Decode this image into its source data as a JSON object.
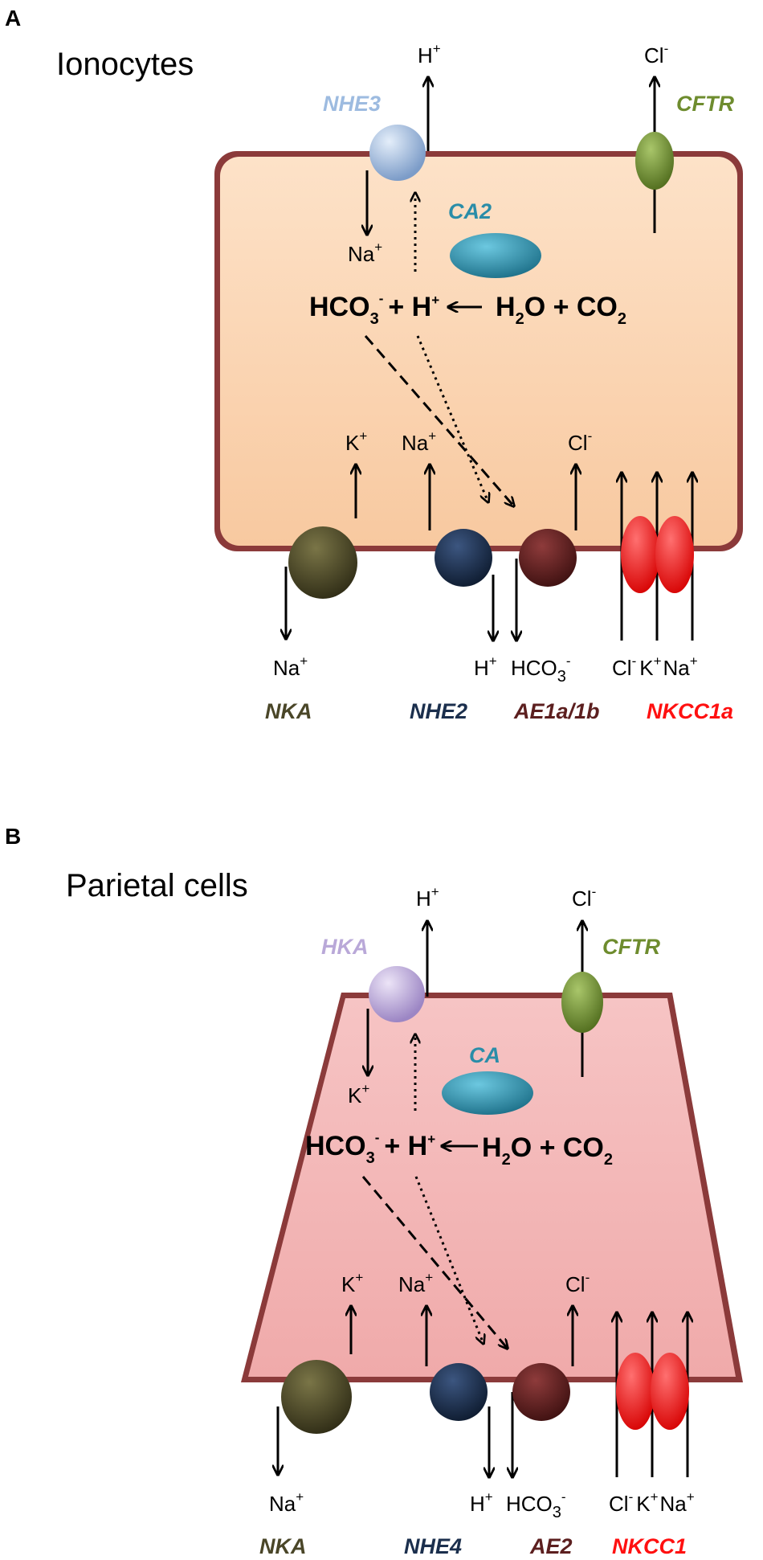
{
  "panel_a": {
    "label": "A",
    "title": "Ionocytes",
    "apical": {
      "h": "H",
      "h_sup": "+",
      "cl": "Cl",
      "cl_sup": "-"
    },
    "na_in": "Na",
    "na_in_sup": "+",
    "equation": {
      "hco": "HCO",
      "hco_sub": "3",
      "hco_sup": "-",
      "plus_h": "+ H",
      "plus_h_sup": "+",
      "h2o": "H",
      "h2o_sub": "2",
      "o_co": "O + CO",
      "co_sub": "2"
    },
    "basolateral": {
      "k": "K",
      "k_sup": "+",
      "na": "Na",
      "na_sup": "+",
      "cl": "Cl",
      "cl_sup": "-"
    },
    "bottom": {
      "na": "Na",
      "na_sup": "+",
      "h": "H",
      "h_sup": "+",
      "hco": "HCO",
      "hco_sub": "3",
      "hco_sup": "-",
      "cl": "Cl",
      "cl_sup": "-",
      "k": "K",
      "k_sup": "+",
      "na2": "Na",
      "na2_sup": "+"
    },
    "proteins": {
      "nhe3": "NHE3",
      "ca2": "CA2",
      "cftr": "CFTR",
      "nka": "NKA",
      "nhe2": "NHE2",
      "ae": "AE1a/1b",
      "nkcc": "NKCC1a"
    }
  },
  "panel_b": {
    "label": "B",
    "title": "Parietal cells",
    "apical": {
      "h": "H",
      "h_sup": "+",
      "cl": "Cl",
      "cl_sup": "-"
    },
    "k_in": "K",
    "k_in_sup": "+",
    "equation": {
      "hco": "HCO",
      "hco_sub": "3",
      "hco_sup": "-",
      "plus_h": "+ H",
      "plus_h_sup": "+",
      "h2o": "H",
      "h2o_sub": "2",
      "o_co": "O + CO",
      "co_sub": "2"
    },
    "basolateral": {
      "k": "K",
      "k_sup": "+",
      "na": "Na",
      "na_sup": "+",
      "cl": "Cl",
      "cl_sup": "-"
    },
    "bottom": {
      "na": "Na",
      "na_sup": "+",
      "h": "H",
      "h_sup": "+",
      "hco": "HCO",
      "hco_sub": "3",
      "hco_sup": "-",
      "cl": "Cl",
      "cl_sup": "-",
      "k": "K",
      "k_sup": "+",
      "na2": "Na",
      "na2_sup": "+"
    },
    "proteins": {
      "hka": "HKA",
      "ca": "CA",
      "cftr": "CFTR",
      "nka": "NKA",
      "nhe4": "NHE4",
      "ae": "AE2",
      "nkcc": "NKCC1"
    }
  },
  "colors": {
    "ionocyte_fill": "#fcd5b5",
    "parietal_fill": "#f4b8b8",
    "membrane": "#8b3a3a",
    "nhe3": "#9dbbe0",
    "hka": "#b9a8d8",
    "ca": "#2a8da8",
    "cftr": "#6e8c2e",
    "nka": "#4a4628",
    "nhe": "#1b2f4d",
    "ae": "#5c1f1f",
    "nkcc": "#ff1010"
  }
}
